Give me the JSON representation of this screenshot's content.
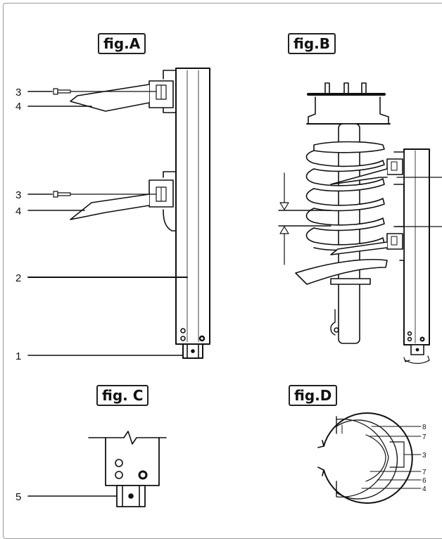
{
  "figures": {
    "a": {
      "title": "fig.A",
      "callouts": [
        "3",
        "4",
        "3",
        "4",
        "2",
        "1"
      ]
    },
    "b": {
      "title": "fig.B"
    },
    "c": {
      "title": "fig. C",
      "callouts": [
        "5"
      ]
    },
    "d": {
      "title": "fig.D",
      "callouts": [
        "8",
        "7",
        "3",
        "7",
        "6",
        "4"
      ]
    }
  }
}
